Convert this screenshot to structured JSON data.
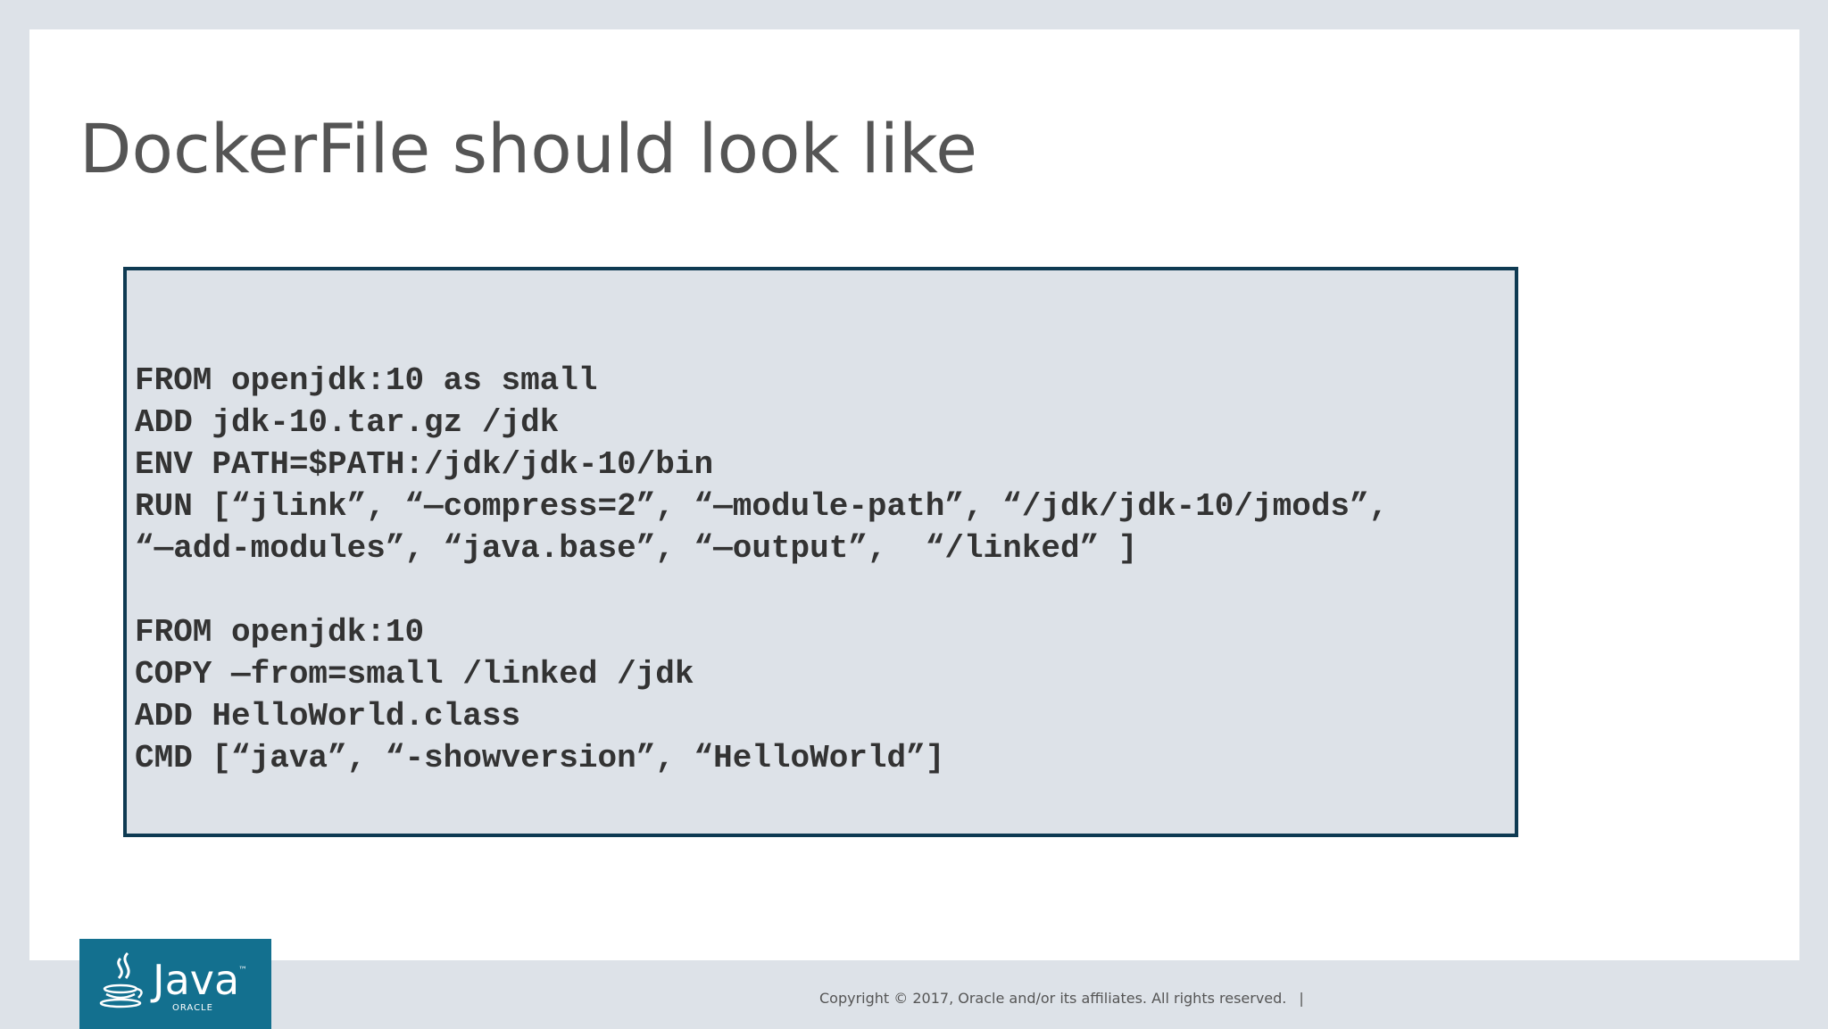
{
  "slide": {
    "title": "DockerFile should look like",
    "code_lines": [
      "",
      "FROM openjdk:10 as small",
      "ADD jdk-10.tar.gz /jdk",
      "ENV PATH=$PATH:/jdk/jdk-10/bin",
      "RUN [“jlink”, “—compress=2”, “—module-path”, “/jdk/jdk-10/jmods”,",
      "“—add-modules”, “java.base”, “—output”,  “/linked” ]",
      "",
      "FROM openjdk:10",
      "COPY —from=small /linked /jdk",
      "ADD HelloWorld.class",
      "CMD [“java”, “-showversion”, “HelloWorld”]"
    ]
  },
  "footer": {
    "copyright": "Copyright © 2017, Oracle and/or its affiliates. All rights reserved.",
    "separator": "|"
  },
  "logo": {
    "brand": "Java",
    "tm": "™",
    "company": "ORACLE"
  },
  "colors": {
    "background": "#dde2e8",
    "slide": "#ffffff",
    "title_text": "#555555",
    "code_box_border": "#0e3a52",
    "code_text": "#333333",
    "logo_background": "#13708f"
  }
}
